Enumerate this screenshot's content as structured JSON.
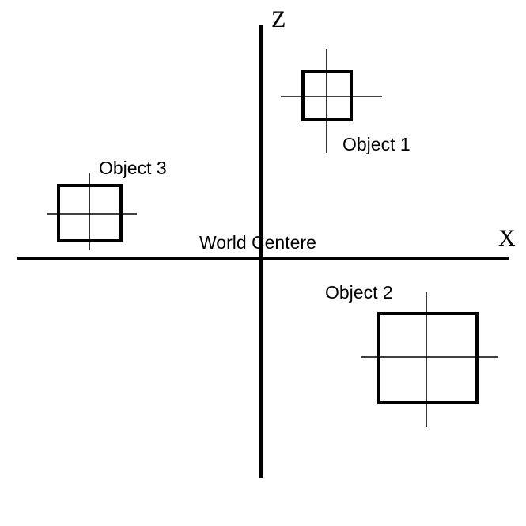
{
  "diagram": {
    "axes": {
      "horizontal_label": "X",
      "vertical_label": "Z"
    },
    "origin_label": "World Centere",
    "objects": [
      {
        "label": "Object 1"
      },
      {
        "label": "Object 2"
      },
      {
        "label": "Object 3"
      }
    ]
  }
}
